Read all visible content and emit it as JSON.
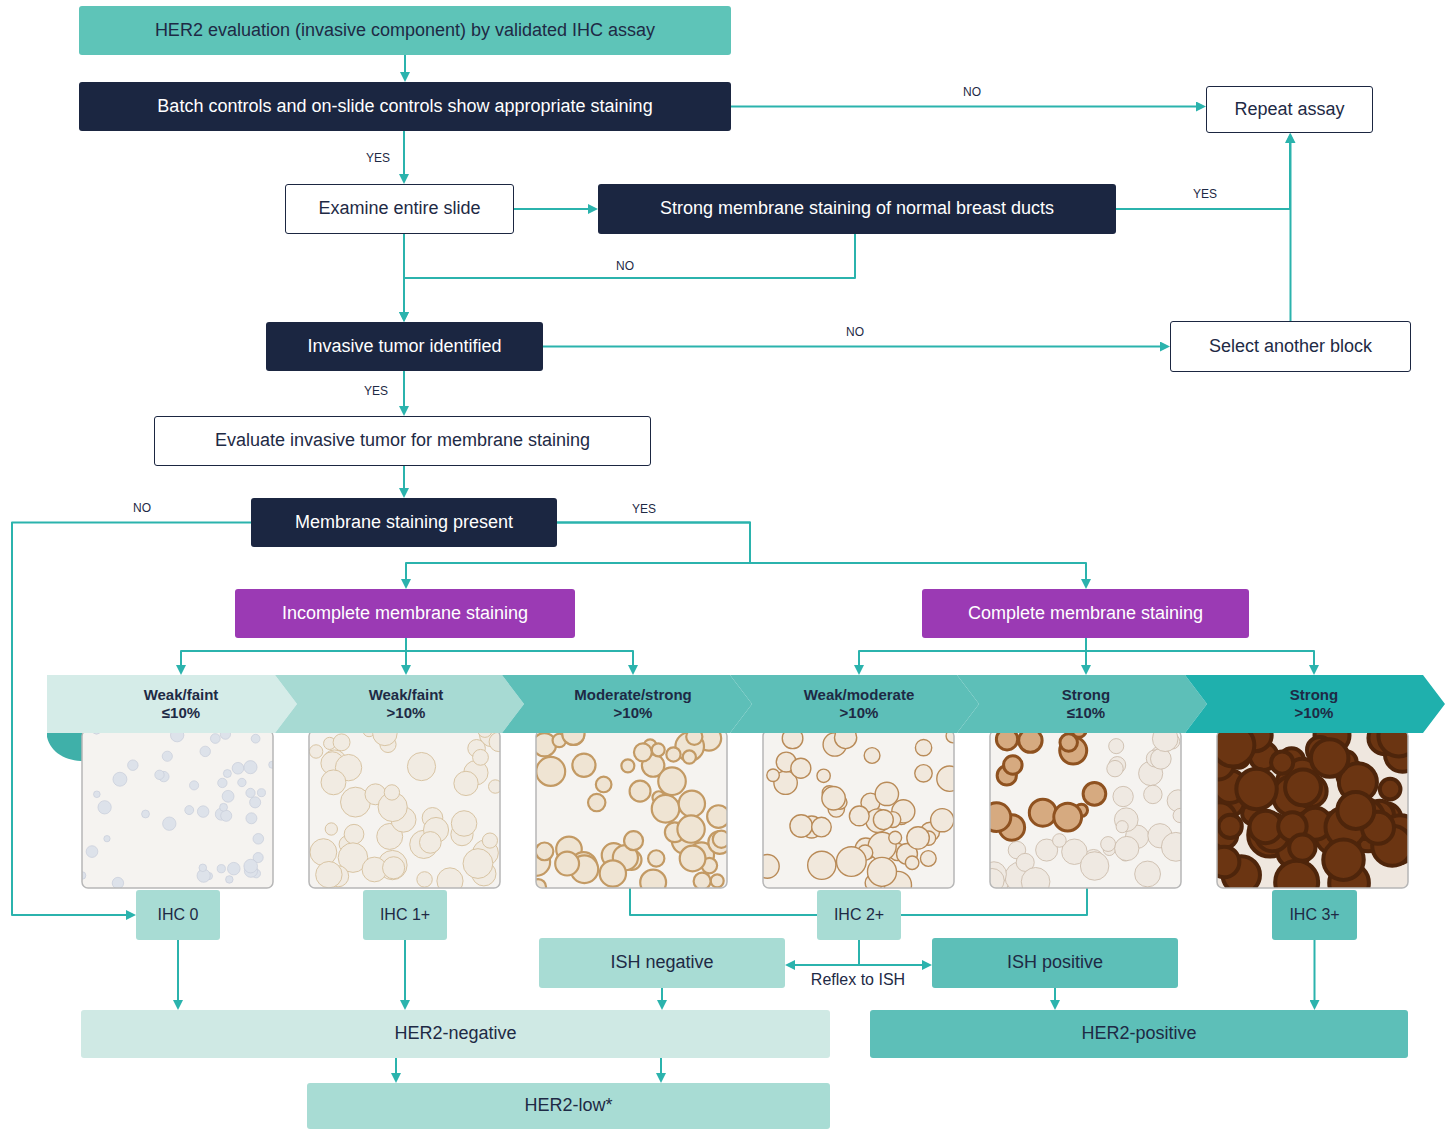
{
  "diagram": {
    "nodes": [
      {
        "text": [
          "HER2 evaluation (invasive component) by validated IHC assay"
        ]
      },
      {
        "text": [
          "Batch controls and on-slide controls show appropriate staining"
        ]
      },
      {
        "text": [
          "Repeat assay"
        ]
      },
      {
        "text": [
          "Examine entire slide"
        ]
      },
      {
        "text": [
          "Strong membrane staining of normal breast ducts"
        ]
      },
      {
        "text": [
          "Invasive tumor identified"
        ]
      },
      {
        "text": [
          "Select another block"
        ]
      },
      {
        "text": [
          "Evaluate invasive tumor for membrane staining"
        ]
      },
      {
        "text": [
          "Membrane staining present"
        ]
      },
      {
        "text": [
          "Incomplete membrane staining"
        ]
      },
      {
        "text": [
          "Complete membrane staining"
        ]
      },
      {
        "text": [
          "Weak/faint ≤10%"
        ]
      },
      {
        "text": [
          "Weak/faint >10%"
        ]
      },
      {
        "text": [
          "Moderate/strong >10%"
        ]
      },
      {
        "text": [
          "Weak/moderate >10%"
        ]
      },
      {
        "text": [
          "Strong ≤10%"
        ]
      },
      {
        "text": [
          "Strong >10%"
        ]
      },
      {
        "text": [
          "IHC 0"
        ]
      },
      {
        "text": [
          "IHC 1+"
        ]
      },
      {
        "text": [
          "IHC 2+"
        ]
      },
      {
        "text": [
          "IHC 3+"
        ]
      },
      {
        "text": [
          "ISH negative"
        ]
      },
      {
        "text": [
          "ISH positive"
        ]
      },
      {
        "text": [
          "HER2-negative"
        ]
      },
      {
        "text": [
          "HER2-positive"
        ]
      },
      {
        "text": [
          "HER2-low*"
        ]
      }
    ],
    "edges": [
      {
        "from": 0,
        "to": 1,
        "arrow": "to"
      },
      {
        "from": 1,
        "to": 2,
        "arrow": "to",
        "label": "NO"
      },
      {
        "from": 1,
        "to": 3,
        "arrow": "to",
        "label": "YES"
      },
      {
        "from": 3,
        "to": 4,
        "arrow": "to"
      },
      {
        "from": 4,
        "to": 2,
        "arrow": "to",
        "label": "YES"
      },
      {
        "from": 4,
        "to": 5,
        "arrow": "to",
        "label": "NO"
      },
      {
        "from": 3,
        "to": 5,
        "arrow": "to"
      },
      {
        "from": 5,
        "to": 6,
        "arrow": "to",
        "label": "NO"
      },
      {
        "from": 5,
        "to": 7,
        "arrow": "to",
        "label": "YES"
      },
      {
        "from": 7,
        "to": 8,
        "arrow": "to"
      },
      {
        "from": 8,
        "to": 17,
        "arrow": "to",
        "label": "NO"
      },
      {
        "from": 8,
        "to": 9,
        "arrow": "to",
        "label": "YES"
      },
      {
        "from": 8,
        "to": 10,
        "arrow": "to"
      },
      {
        "from": 9,
        "to": 11,
        "arrow": "to"
      },
      {
        "from": 9,
        "to": 12,
        "arrow": "to"
      },
      {
        "from": 9,
        "to": 13,
        "arrow": "to"
      },
      {
        "from": 10,
        "to": 14,
        "arrow": "to"
      },
      {
        "from": 10,
        "to": 15,
        "arrow": "to"
      },
      {
        "from": 10,
        "to": 16,
        "arrow": "to"
      },
      {
        "from": 13,
        "to": 19,
        "arrow": "none"
      },
      {
        "from": 15,
        "to": 19,
        "arrow": "none"
      },
      {
        "from": 17,
        "to": 23,
        "arrow": "to"
      },
      {
        "from": 18,
        "to": 23,
        "arrow": "to"
      },
      {
        "from": 19,
        "to": 21,
        "arrow": "to",
        "label": "Reflex to ISH"
      },
      {
        "from": 19,
        "to": 22,
        "arrow": "to"
      },
      {
        "from": 21,
        "to": 23,
        "arrow": "to"
      },
      {
        "from": 22,
        "to": 24,
        "arrow": "to"
      },
      {
        "from": 20,
        "to": 24,
        "arrow": "to"
      },
      {
        "from": 23,
        "to": 25,
        "arrow": "to"
      },
      {
        "from": 23,
        "to": 25,
        "arrow": "to"
      },
      {
        "from": 6,
        "to": 2,
        "arrow": "to"
      }
    ]
  }
}
